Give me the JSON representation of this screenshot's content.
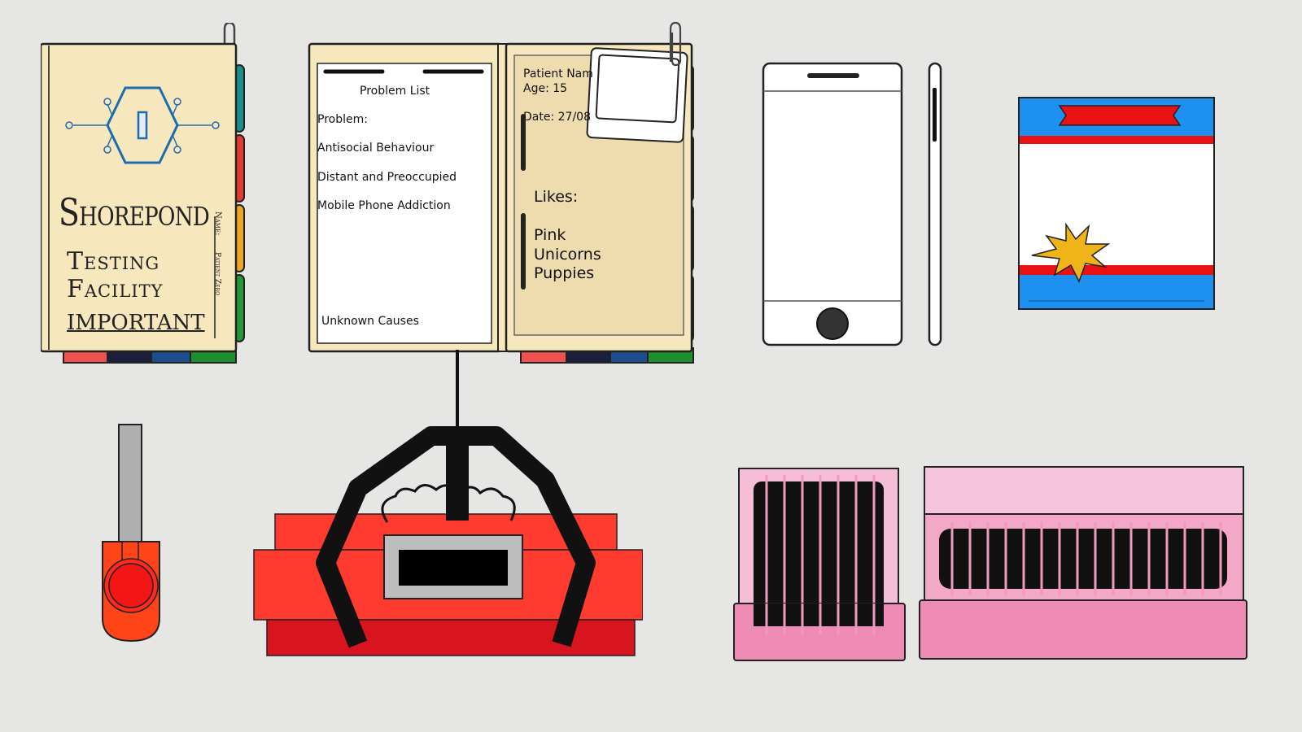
{
  "folder_closed": {
    "brand": "Shorepond",
    "line2": "Testing",
    "line3": "Facility",
    "line4": "IMPORTANT",
    "side_name_label": "Name:",
    "side_name_value": "Patient Zero",
    "tab_colors": [
      "#1a8f8a",
      "#e23c2c",
      "#f0a820",
      "#1f9a34"
    ],
    "stripe_colors": [
      "#f05050",
      "#1b1f3b",
      "#1c4d8f",
      "#1d8f2c"
    ]
  },
  "folder_open": {
    "left_page": {
      "heading": "Problem List",
      "problem_label": "Problem:",
      "problems": [
        "Antisocial Behaviour",
        "Distant and Preoccupied",
        "Mobile Phone Addiction"
      ],
      "footer": "Unknown Causes"
    },
    "right_page": {
      "name_line": "Patient Nam",
      "age_line": "Age: 15",
      "date_line": "Date: 27/08",
      "likes_label": "Likes:",
      "likes": [
        "Pink",
        "Unicorns",
        "Puppies"
      ]
    }
  },
  "colors": {
    "background": "#e6e6e5",
    "paper": "#f7e7bd",
    "bomb_red": "#ff3b2f",
    "pink": "#f0a0c0",
    "comic_blue": "#1e90f0"
  }
}
